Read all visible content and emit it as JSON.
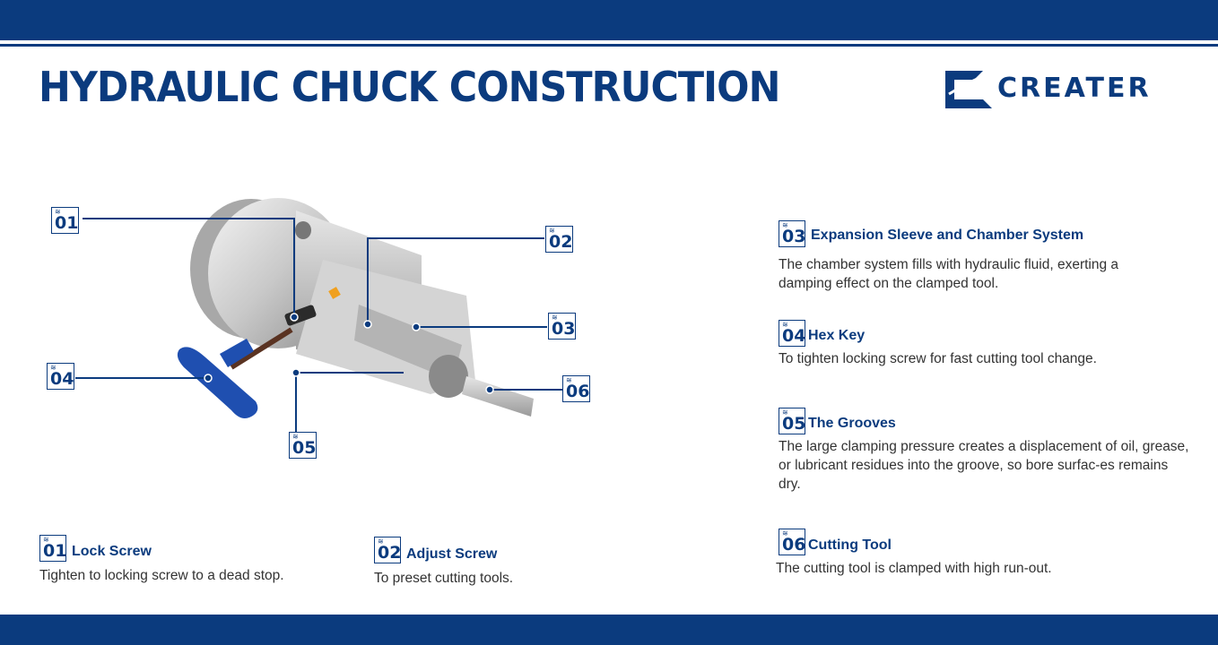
{
  "page": {
    "title": "HYDRAULIC CHUCK CONSTRUCTION",
    "brand": "CREATER"
  },
  "colors": {
    "brand_blue": "#0b3b7e",
    "accent_orange": "#f0a01e",
    "key_blue": "#1f4fb0"
  },
  "diagram_labels": [
    "01",
    "02",
    "03",
    "04",
    "05",
    "06"
  ],
  "parts": [
    {
      "num": "01",
      "title": "Lock Screw",
      "desc": "Tighten to locking screw to a dead stop."
    },
    {
      "num": "02",
      "title": "Adjust Screw",
      "desc": "To preset cutting tools."
    },
    {
      "num": "03",
      "title": "Expansion Sleeve and Chamber System",
      "desc": "The chamber system fills with hydraulic fluid, exerting a damping effect on the clamped tool."
    },
    {
      "num": "04",
      "title": "Hex Key",
      "desc": "To tighten locking screw for fast cutting tool change."
    },
    {
      "num": "05",
      "title": "The Grooves",
      "desc": "The large clamping pressure creates a displacement of oil, grease, or lubricant residues into the groove,  so bore surfac-es remains dry."
    },
    {
      "num": "06",
      "title": "Cutting Tool",
      "desc": "The cutting tool is clamped with high run-out."
    }
  ]
}
